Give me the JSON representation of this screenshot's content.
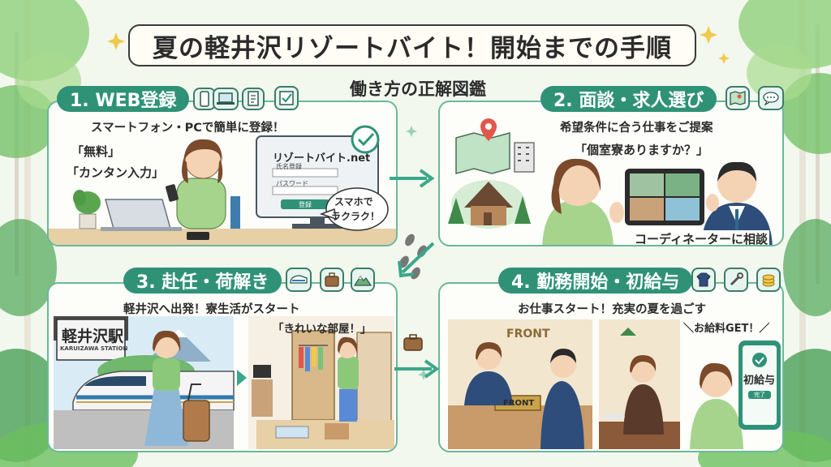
{
  "header": {
    "title": "夏の軽井沢リゾートバイト！開始までの手順",
    "subtitle": "働き方の正解図鑑"
  },
  "steps": [
    {
      "label": "1. WEB登録",
      "caption": "スマートフォン・PCで簡単に登録！",
      "tags": [
        "「無料」",
        "「カンタン入力」"
      ],
      "site_name": "リゾートバイト.net",
      "form_fields": [
        "氏名登録",
        "パスワード"
      ],
      "button": "登録",
      "bubble": [
        "スマホで",
        "ラクラク！"
      ],
      "icons": [
        "smartphone-icon",
        "laptop-icon",
        "form-icon",
        "checkbox-icon"
      ]
    },
    {
      "label": "2. 面談・求人選び",
      "caption": "希望条件に合う仕事をご提案",
      "question": "「個室寮ありますか？」",
      "bottom": "コーディネーターに相談",
      "icons": [
        "map-icon",
        "chat-icon"
      ]
    },
    {
      "label": "3. 赴任・荷解き",
      "caption": "軽井沢へ出発！寮生活がスタート",
      "station_name": "軽井沢駅",
      "station_romaji": "KARUIZAWA STATION",
      "room_quote": "「きれいな部屋！」",
      "icons": [
        "train-icon",
        "suitcase-icon",
        "mountain-icon"
      ]
    },
    {
      "label": "4. 勤務開始・初給与",
      "caption": "お仕事スタート！充実の夏を過ごす",
      "front_sign": "FRONT",
      "desk_sign": "FRONT",
      "pay_quote": "＼お給料GET！／",
      "phone_title": "初給与",
      "phone_button": "完了",
      "icons": [
        "uniform-icon",
        "tools-icon",
        "coins-icon"
      ]
    }
  ],
  "colors": {
    "accent": "#2f9277",
    "panel_border": "#6bb89a",
    "arrow": "#3aa88a",
    "background": "#f3f8ef"
  }
}
